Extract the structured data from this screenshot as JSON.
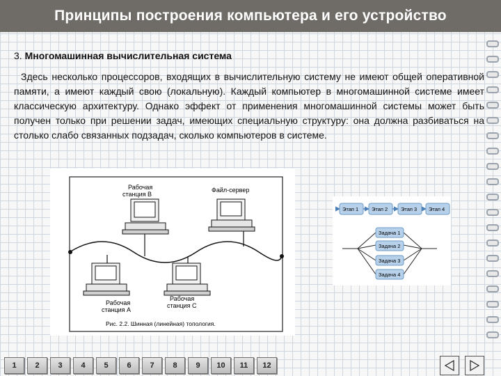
{
  "slide": {
    "title": "Принципы построения компьютера и его устройство",
    "section_number": "3.",
    "section_title": "Многомашинная вычислительная система",
    "body": "Здесь несколько процессоров, входящих в вычислительную систему не имеют общей оперативной памяти, а имеют каждый свою (локальную). Каждый компьютер в многомашинной системе имеет классическую архитектуру. Однако эффект от применения многомашинной системы может быть получен только при решении задач, имеющих специальную структуру: она должна разбиваться на столько слабо связанных подзадач, сколько компьютеров в системе."
  },
  "figure1": {
    "labels": {
      "ws_b_line1": "Рабочая",
      "ws_b_line2": "станция В",
      "fileserver": "Файл-сервер",
      "ws_a_line1": "Рабочая",
      "ws_a_line2": "станция А",
      "ws_c_line1": "Рабочая",
      "ws_c_line2": "станция С",
      "caption": "Рис. 2.2. Шинная (линейная) топология."
    }
  },
  "figure2": {
    "stages": [
      "Этап 1",
      "Этап 2",
      "Этап 3",
      "Этап 4"
    ],
    "tasks": [
      "Задача 1",
      "Задача 2",
      "Задача 3",
      "Задача 4"
    ],
    "colors": {
      "box": "#b7d1ea",
      "border": "#6d9ac6",
      "arrow": "#4d7fb8"
    }
  },
  "nav": {
    "pages": [
      "1",
      "2",
      "3",
      "4",
      "5",
      "6",
      "7",
      "8",
      "9",
      "10",
      "11",
      "12"
    ],
    "prev": "◁",
    "next": "▷"
  }
}
